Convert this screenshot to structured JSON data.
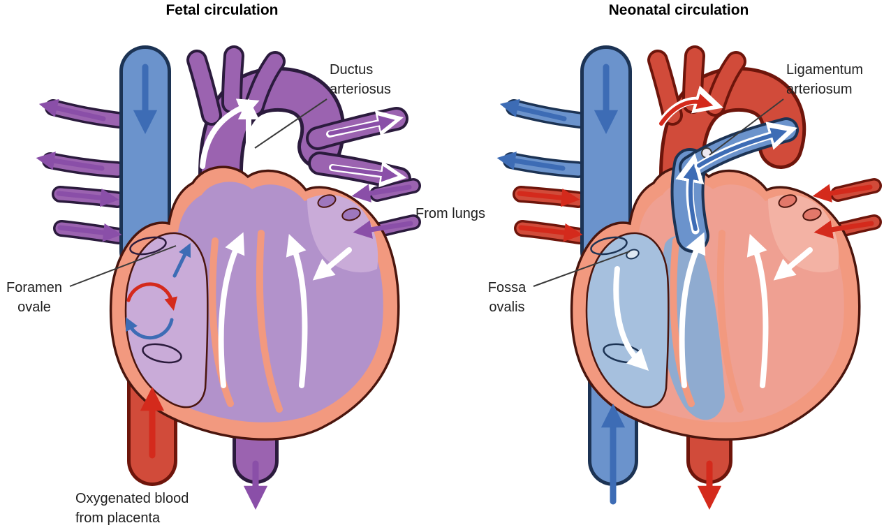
{
  "figure": {
    "left": {
      "title": "Fetal circulation",
      "labels": {
        "ductus": [
          "Ductus",
          "arteriosus"
        ],
        "from_lungs": "From lungs",
        "foramen": [
          "Foramen",
          "ovale"
        ],
        "oxygenated": [
          "Oxygenated blood",
          "from placenta"
        ]
      }
    },
    "right": {
      "title": "Neonatal circulation",
      "labels": {
        "ligamentum": [
          "Ligamentum",
          "arteriosum"
        ],
        "fossa": [
          "Fossa",
          "ovalis"
        ]
      }
    }
  },
  "colors": {
    "text": "#202020",
    "leader": "#3a3a3a",
    "white": "#ffffff",
    "heart_wall": "#f2997f",
    "wall_outline": "#4a150d",
    "mixed_purple": "#9b63b0",
    "purple_dark": "#2b1b3d",
    "purple_arrow": "#8a4fa8",
    "chamber_purple_light": "#c9abd8",
    "chamber_purple_mid": "#b292cb",
    "deoxygenated_blue": "#6b93cc",
    "blue_dark": "#1c3354",
    "blue_arrow": "#3d6cb5",
    "chamber_blue_light": "#a6c0de",
    "chamber_blue_mid": "#8fabd0",
    "oxygenated_red": "#d14b3a",
    "red_dark": "#6e150b",
    "red_arrow": "#d42a1c",
    "chamber_red_light": "#efa092",
    "chamber_red_mid": "#e2786a"
  }
}
